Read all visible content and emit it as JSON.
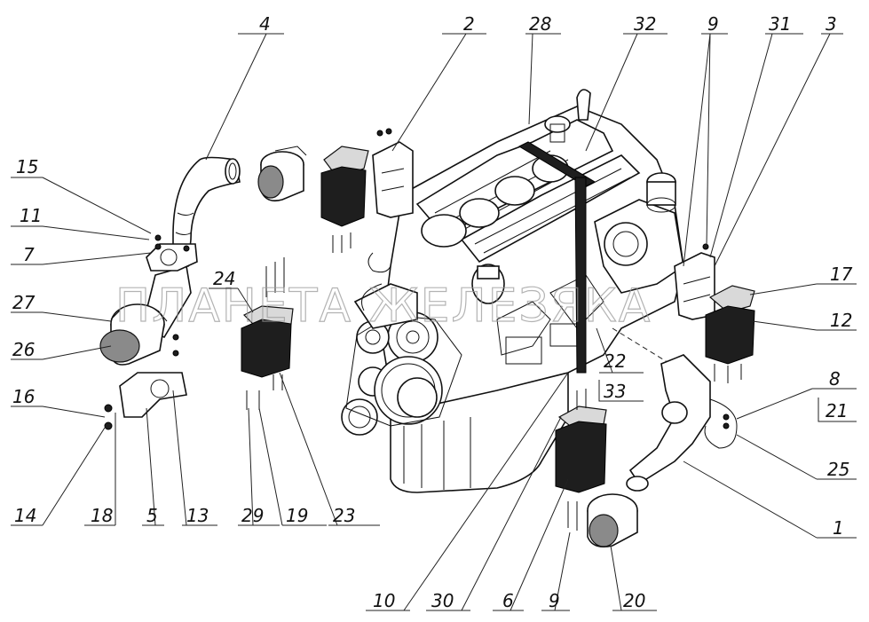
{
  "watermark": "ПЛАНЕТА ЖЕЛЕЗЯКА",
  "callouts": [
    "1",
    "2",
    "3",
    "4",
    "5",
    "6",
    "7",
    "8",
    "9",
    "10",
    "11",
    "12",
    "13",
    "14",
    "15",
    "16",
    "17",
    "18",
    "19",
    "20",
    "21",
    "22",
    "23",
    "24",
    "25",
    "26",
    "27",
    "28",
    "29",
    "30",
    "31",
    "32",
    "33"
  ],
  "labels": {
    "l4": "4",
    "l2": "2",
    "l28": "28",
    "l32": "32",
    "l9a": "9",
    "l31": "31",
    "l3": "3",
    "l15": "15",
    "l11": "11",
    "l7": "7",
    "l27": "27",
    "l26": "26",
    "l16": "16",
    "l14": "14",
    "l18": "18",
    "l5": "5",
    "l13": "13",
    "l24": "24",
    "l29": "29",
    "l19": "19",
    "l23": "23",
    "l17": "17",
    "l12": "12",
    "l22": "22",
    "l33": "33",
    "l8": "8",
    "l21": "21",
    "l25": "25",
    "l1": "1",
    "l10": "10",
    "l30": "30",
    "l6": "6",
    "l9b": "9",
    "l20": "20"
  }
}
